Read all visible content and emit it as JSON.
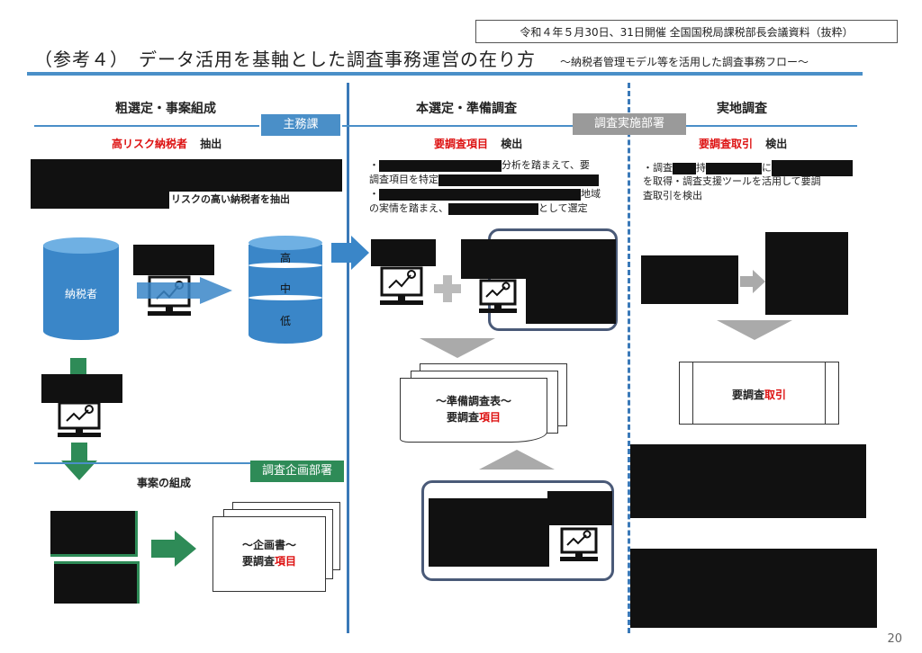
{
  "header": {
    "meeting_note": "令和４年５月30日、31日開催 全国国税局課税部長会議資料（抜粋）",
    "title": "（参考４）　データ活用を基軸とした調査事務運営の在り方",
    "subtitle": "～納税者管理モデル等を活用した調査事務フロー～"
  },
  "columns": [
    {
      "title": "粗選定・事案組成"
    },
    {
      "title": "本選定・準備調査"
    },
    {
      "title": "実地調査"
    }
  ],
  "tags": {
    "main_section": "主務課",
    "investigation_dept": "調査実施部署",
    "planning_dept": "調査企画部署"
  },
  "col1": {
    "heading_red": "高リスク納税者",
    "heading_black": "抽出",
    "note_tail": "リスクの高い納税者を抽出",
    "taxpayer_db": "納税者",
    "risk_high": "高",
    "risk_mid": "中",
    "risk_low": "低",
    "case_formation": "事案の組成",
    "plan_doc_line1": "～企画書～",
    "plan_doc_line2_black": "要調査",
    "plan_doc_line2_red": "項目"
  },
  "col2": {
    "heading_red": "要調査項目",
    "heading_black": "検出",
    "note_line1_a": "・",
    "note_line1_b": "分析を踏まえて、要",
    "note_line2": "調査項目を特定",
    "note_line3_a": "・",
    "note_line3_b": "地域",
    "note_line4_a": "の実情を踏まえ、",
    "note_line4_b": "として選定",
    "prep_doc_line1": "～準備調査表～",
    "prep_doc_line2_black": "要調査",
    "prep_doc_line2_red": "項目"
  },
  "col3": {
    "heading_red": "要調査取引",
    "heading_black": "検出",
    "note_line1_a": "・調査",
    "note_line1_b": "持",
    "note_line1_c": "に",
    "note_line2": "を取得・調査支援ツールを活用して要調",
    "note_line3": "査取引を検出",
    "result_black": "要調査",
    "result_red": "取引"
  },
  "colors": {
    "accent_blue": "#3a86c8",
    "rule_blue": "#4a8fc8",
    "green": "#2e8b57",
    "gray_tag": "#9a9a9a",
    "red": "#dd1111"
  },
  "page_number": "20"
}
